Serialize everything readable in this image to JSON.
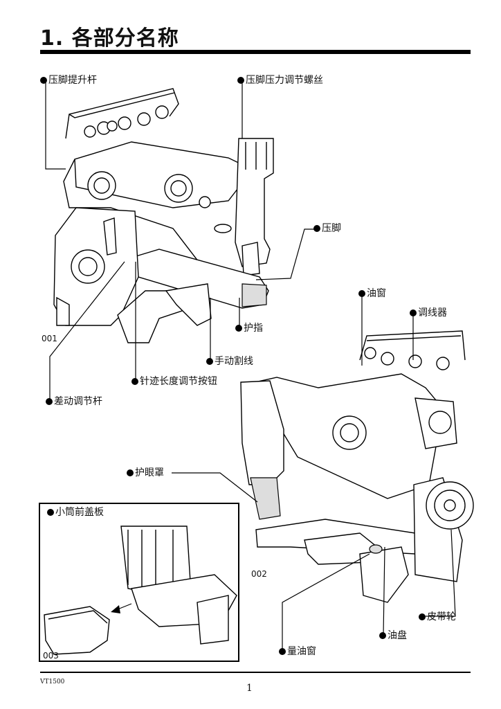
{
  "page": {
    "title": "1. 各部分名称",
    "model_code": "VT1500",
    "page_number": "1"
  },
  "figures": {
    "fig1": "001",
    "fig2": "002",
    "fig3": "003"
  },
  "callouts": {
    "presser_lifter": "压脚提升杆",
    "presser_pressure_screw": "压脚压力调节螺丝",
    "presser_foot": "压脚",
    "oil_window": "油窗",
    "thread_take_up": "调线器",
    "finger_guard": "护指",
    "manual_thread_cut": "手动割线",
    "stitch_length_button": "针迹长度调节按钮",
    "differential_lever": "差动调节杆",
    "eye_guard": "护眼罩",
    "cylinder_front_cover": "小筒前盖板",
    "belt_pulley": "皮带轮",
    "oil_pan": "油盘",
    "oil_gauge_window": "量油窗"
  }
}
